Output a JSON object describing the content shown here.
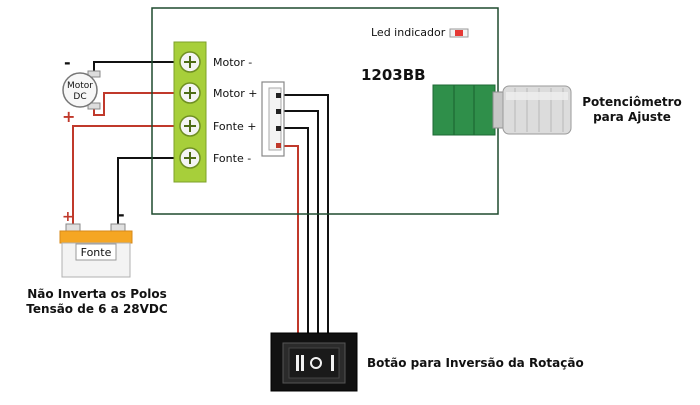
{
  "board": {
    "model": "1203BB",
    "led_label": "Led indicador"
  },
  "terminals": [
    {
      "label": "Motor -"
    },
    {
      "label": "Motor +"
    },
    {
      "label": "Fonte +"
    },
    {
      "label": "Fonte -"
    }
  ],
  "motor": {
    "label_line1": "Motor",
    "label_line2": "DC",
    "minus": "-",
    "plus": "+"
  },
  "battery": {
    "label": "Fonte",
    "plus": "+",
    "minus": "-"
  },
  "warning": {
    "line1": "Não Inverta os Polos",
    "line2": "Tensão de 6 a 28VDC"
  },
  "potentiometer": {
    "line1": "Potenciômetro",
    "line2": "para Ajuste"
  },
  "switch_label": "Botão para Inversão da Rotação",
  "colors": {
    "terminal_green": "#a7cf3a",
    "pot_green": "#2f8f4a",
    "wire_red": "#c0392b",
    "wire_black": "#111111",
    "led_red": "#e53935"
  }
}
